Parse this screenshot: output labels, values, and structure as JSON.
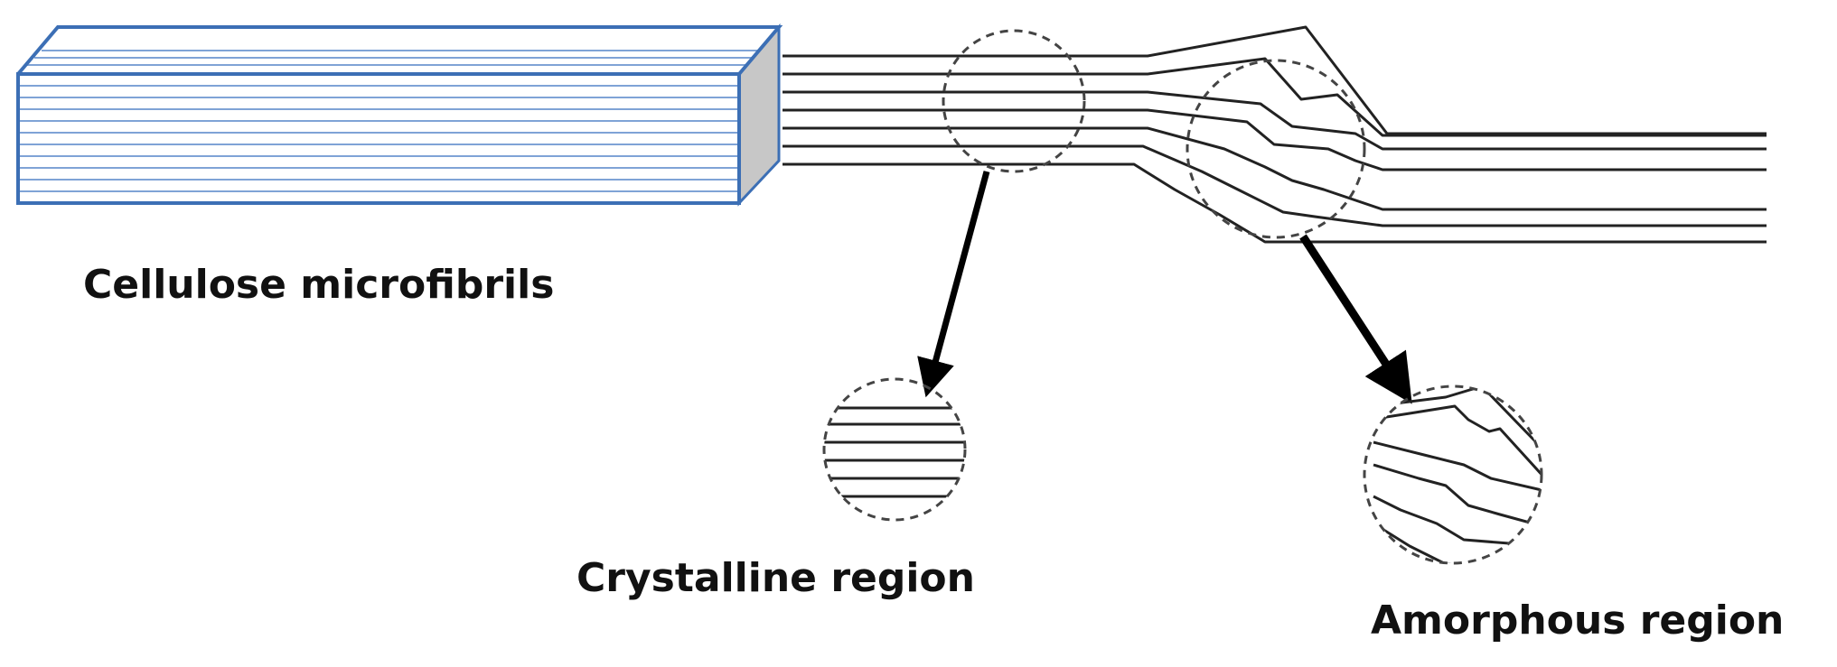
{
  "labels": {
    "microfibrils": "Cellulose microfibrils",
    "crystalline": "Crystalline region",
    "amorphous": "Amorphous region"
  },
  "colors": {
    "block_stroke": "#3c6fb5",
    "block_lines": "#7fa3d6",
    "block_end_fill": "#c7c7c7",
    "fibre_lines": "#222222",
    "arrow": "#000000"
  }
}
